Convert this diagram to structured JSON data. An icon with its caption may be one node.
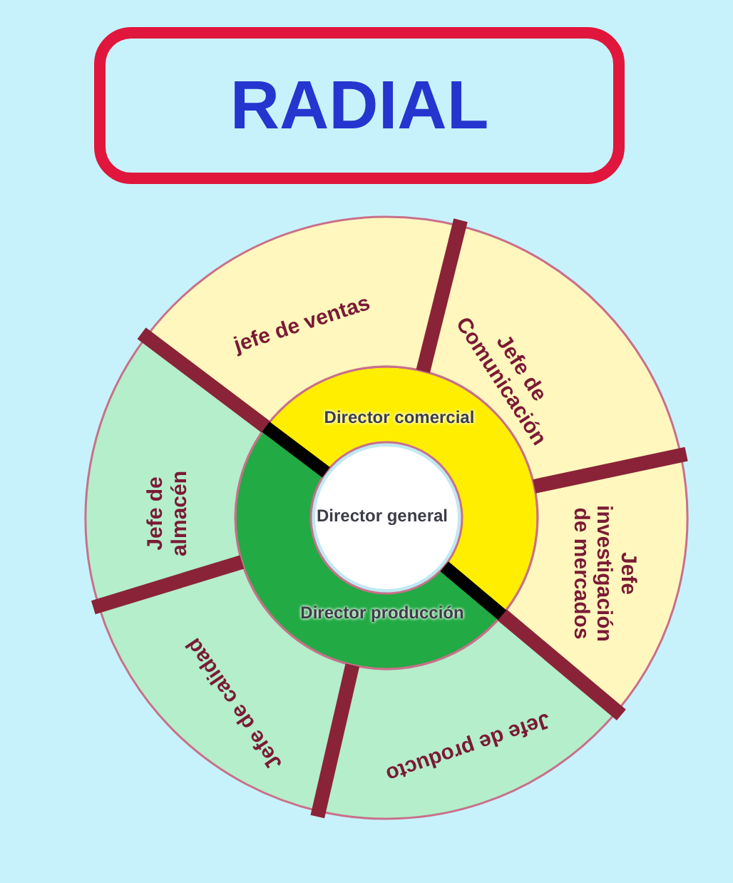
{
  "diagram": {
    "title": "RADIAL",
    "nodes": [
      {
        "text": [
          "Director general"
        ]
      },
      {
        "text": [
          "Director comercial"
        ]
      },
      {
        "text": [
          "Director producción"
        ]
      },
      {
        "text": [
          "jefe de ventas"
        ]
      },
      {
        "text": [
          "Jefe de Comunicación"
        ]
      },
      {
        "text": [
          "Jefe investigación de mercados"
        ]
      },
      {
        "text": [
          "Jefe de producto"
        ]
      },
      {
        "text": [
          "Jefe de calidad"
        ]
      },
      {
        "text": [
          "Jefe de almacén"
        ]
      }
    ]
  }
}
